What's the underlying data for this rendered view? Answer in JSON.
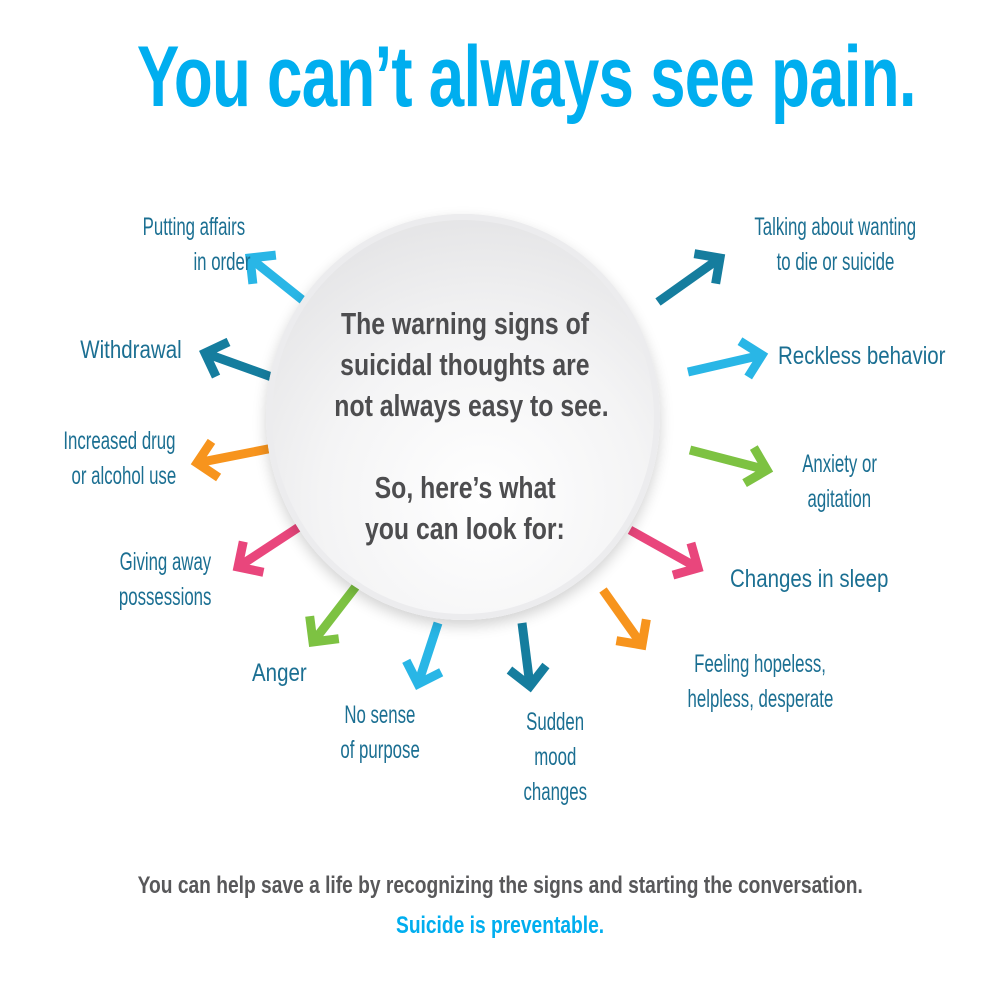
{
  "title": "You can’t always see pain.",
  "center": {
    "line1": "The warning signs of",
    "line2": "suicidal thoughts are",
    "line3": "not always easy to see.",
    "line4": "So, here’s what",
    "line5": "you can look for:"
  },
  "signs": [
    {
      "lines": [
        "Putting affairs",
        "in order"
      ],
      "color": "#29b6e6"
    },
    {
      "lines": [
        "Withdrawal"
      ],
      "color": "#157d9e"
    },
    {
      "lines": [
        "Increased drug",
        "or alcohol use"
      ],
      "color": "#f7941d"
    },
    {
      "lines": [
        "Giving away",
        "possessions"
      ],
      "color": "#e9467c"
    },
    {
      "lines": [
        "Anger"
      ],
      "color": "#7dc242"
    },
    {
      "lines": [
        "No sense",
        "of purpose"
      ],
      "color": "#29b6e6"
    },
    {
      "lines": [
        "Sudden",
        "mood",
        "changes"
      ],
      "color": "#157d9e"
    },
    {
      "lines": [
        "Feeling hopeless,",
        "helpless, desperate"
      ],
      "color": "#f7941d"
    },
    {
      "lines": [
        "Changes in sleep"
      ],
      "color": "#e9467c"
    },
    {
      "lines": [
        "Anxiety or",
        "agitation"
      ],
      "color": "#7dc242"
    },
    {
      "lines": [
        "Reckless behavior"
      ],
      "color": "#29b6e6"
    },
    {
      "lines": [
        "Talking about wanting",
        "to die or suicide"
      ],
      "color": "#157d9e"
    }
  ],
  "footer": {
    "line1": "You can help save a life by recognizing the signs and starting the conversation.",
    "line2": "Suicide is preventable."
  },
  "colors": {
    "title": "#00aeef",
    "label": "#1b6f92",
    "body": "#4d4d4f"
  }
}
